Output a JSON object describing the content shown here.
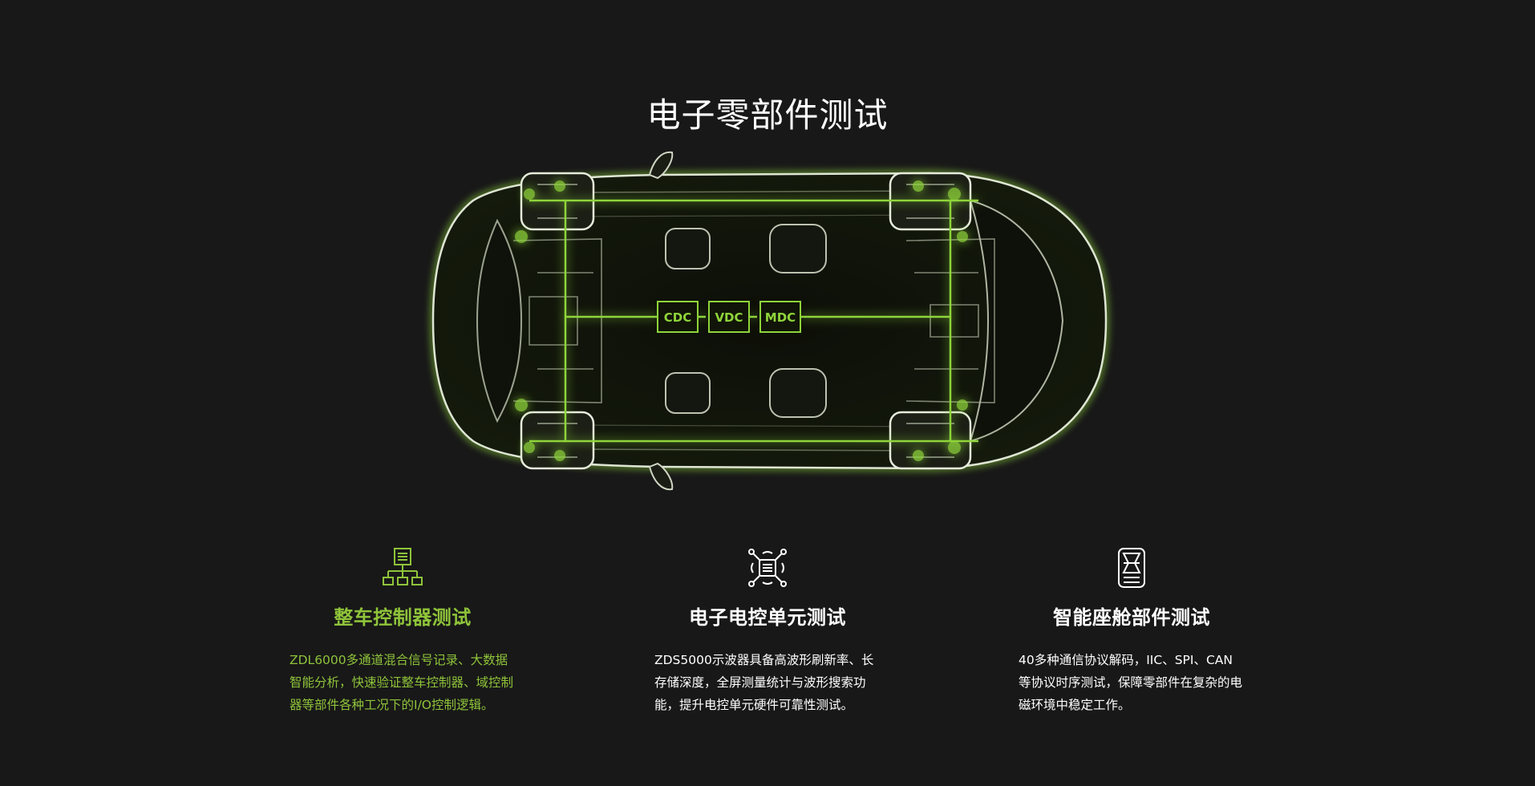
{
  "page_title": "电子零部件测试",
  "colors": {
    "accent": "#8fc43a",
    "background": "#181818",
    "text": "#ffffff"
  },
  "diagram": {
    "modules": [
      "CDC",
      "VDC",
      "MDC"
    ]
  },
  "features": [
    {
      "icon": "network-hierarchy-icon",
      "title": "整车控制器测试",
      "description": "ZDL6000多通道混合信号记录、大数据智能分析，快速验证整车控制器、域控制器等部件各种工况下的I/O控制逻辑。",
      "active": true
    },
    {
      "icon": "chip-circuit-icon",
      "title": "电子电控单元测试",
      "description": "ZDS5000示波器具备高波形刷新率、长存储深度，全屏测量统计与波形搜索功能，提升电控单元硬件可靠性测试。",
      "active": false
    },
    {
      "icon": "car-seat-icon",
      "title": "智能座舱部件测试",
      "description": "40多种通信协议解码，IIC、SPI、CAN等协议时序测试，保障零部件在复杂的电磁环境中稳定工作。",
      "active": false
    }
  ]
}
